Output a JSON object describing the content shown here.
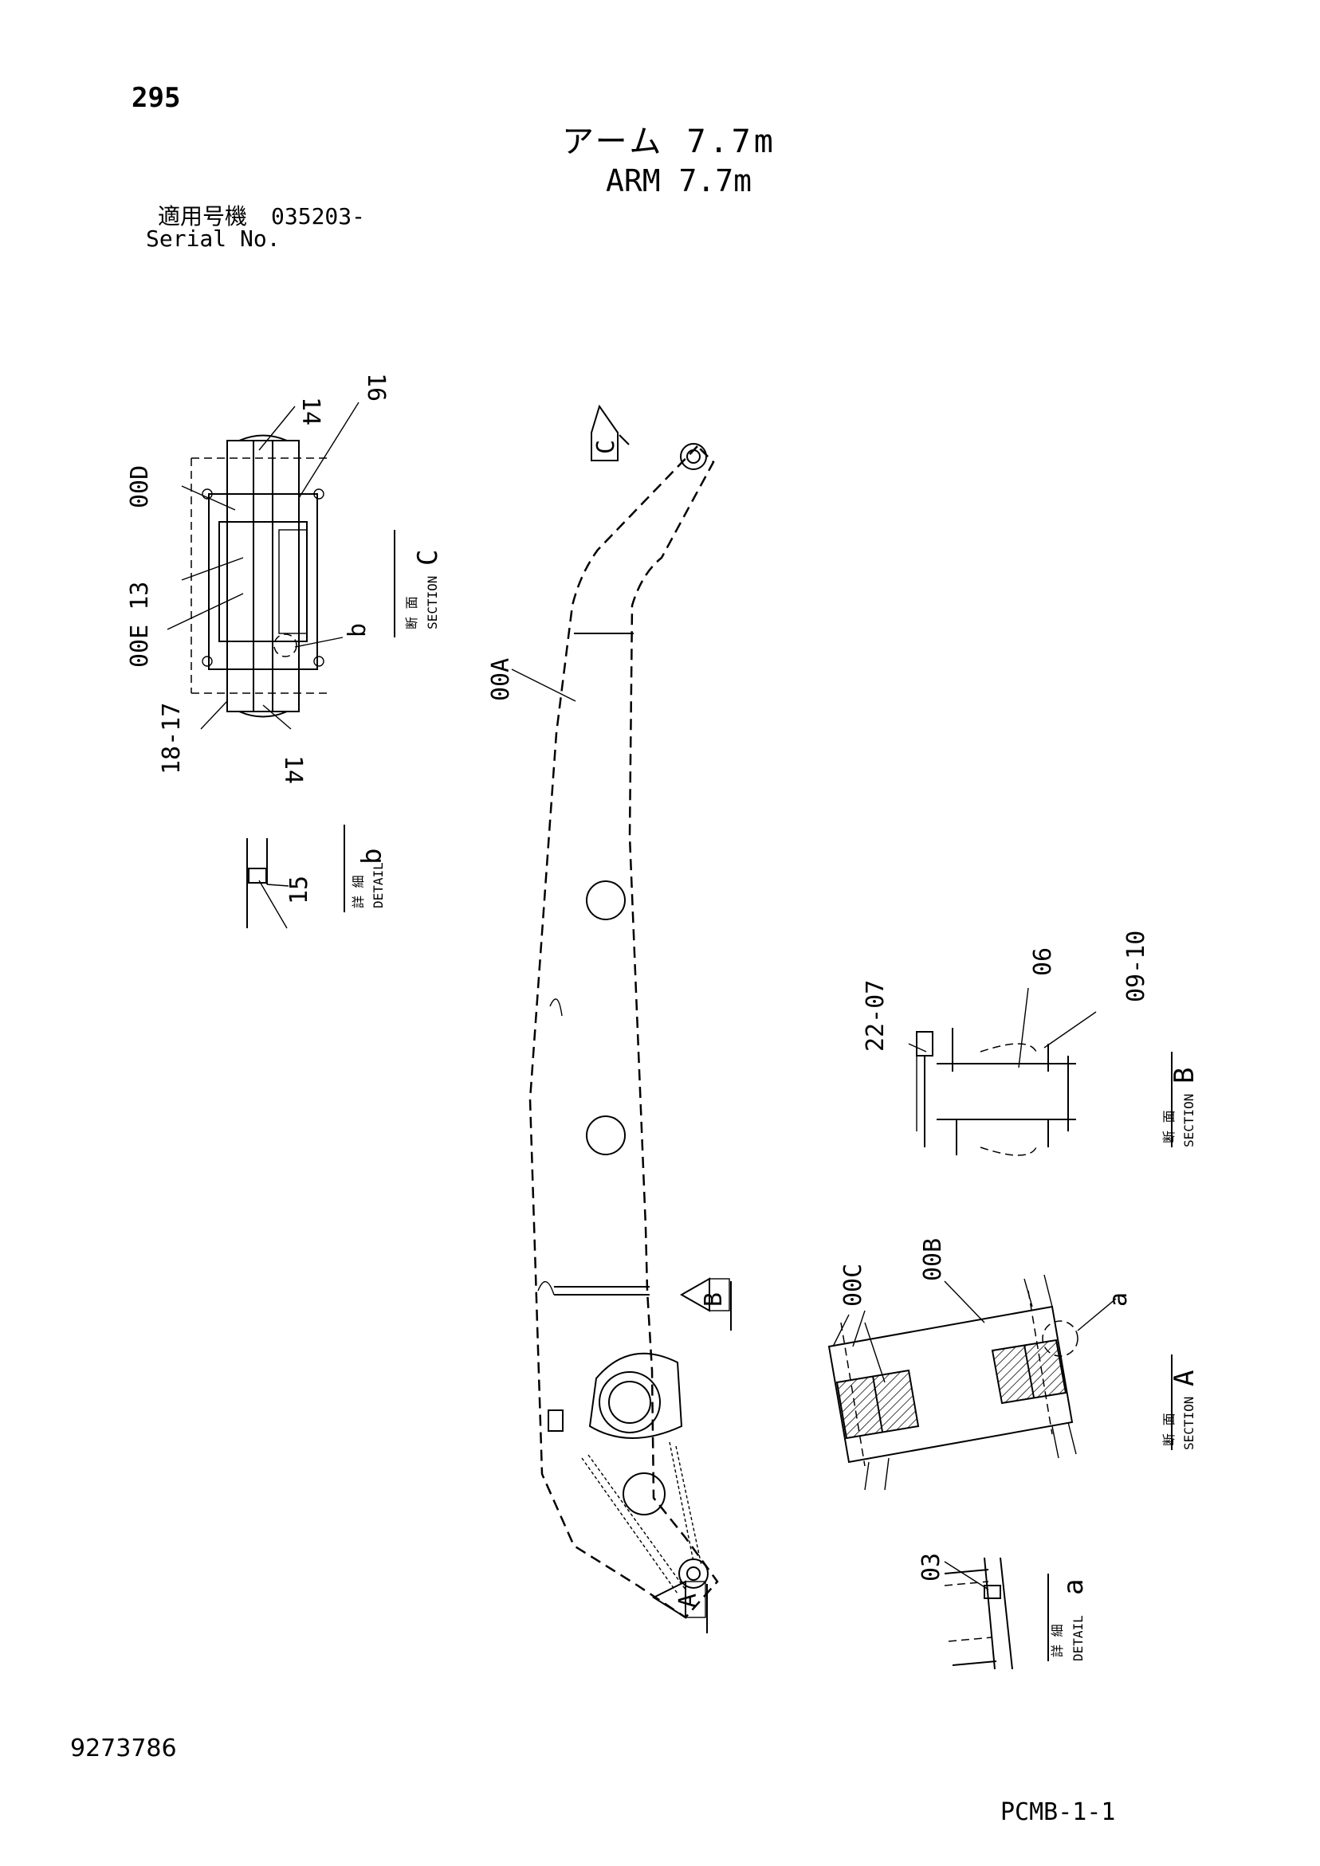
{
  "page_number": "295",
  "title_jp": "アーム 7.7m",
  "title_en": "ARM 7.7m",
  "serial_label_jp": "適用号機",
  "serial_value": "035203-",
  "serial_label_en": "Serial No.",
  "doc_number": "9273786",
  "sheet_code": "PCMB-1-1",
  "callouts": {
    "c14_top": "14",
    "c16": "16",
    "c00D": "00D",
    "c13": "00E 13",
    "c_b": "b",
    "c18_17": "18-17",
    "c14_bottom": "14",
    "c15": "15",
    "c00A": "00A",
    "c22_07": "22-07",
    "c06": "06",
    "c09_10": "09-10",
    "c00C": "00C",
    "c00B": "00B",
    "c_a": "a",
    "c03": "03"
  },
  "section_marks": {
    "arrow_c": "C",
    "arrow_b": "B",
    "arrow_a": "A"
  },
  "view_labels": {
    "section_c": {
      "jp": "断 面",
      "en": "SECTION",
      "letter": "C"
    },
    "detail_b": {
      "jp": "詳 細",
      "en": "DETAIL",
      "letter": "b"
    },
    "section_b": {
      "jp": "断 面",
      "en": "SECTION",
      "letter": "B"
    },
    "section_a": {
      "jp": "断 面",
      "en": "SECTION",
      "letter": "A"
    },
    "detail_a": {
      "jp": "詳 細",
      "en": "DETAIL",
      "letter": "a"
    }
  }
}
